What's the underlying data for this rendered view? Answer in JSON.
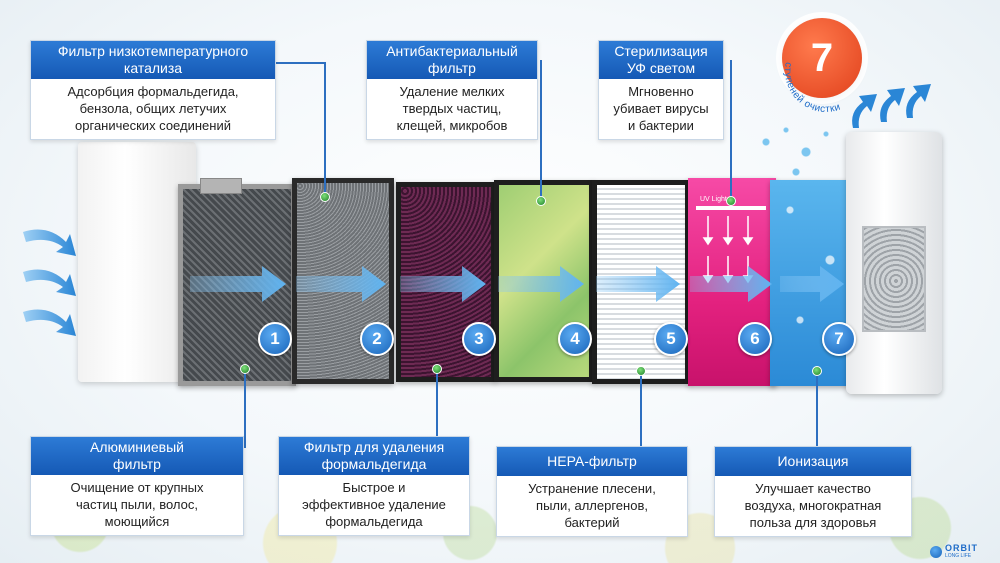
{
  "callouts": {
    "low_temp_catalysis": {
      "title": "Фильтр низкотемпературного катализа",
      "title_line1": "Фильтр низкотемпературного",
      "title_line2": "катализа",
      "desc_line1": "Адсорбция формальдегида,",
      "desc_line2": "бензола, общих летучих",
      "desc_line3": "органических соединений"
    },
    "antibacterial": {
      "title_line1": "Антибактериальный",
      "title_line2": "фильтр",
      "desc_line1": "Удаление мелких",
      "desc_line2": "твердых частиц,",
      "desc_line3": "клещей, микробов"
    },
    "uv": {
      "title_line1": "Стерилизация",
      "title_line2": "УФ светом",
      "desc_line1": "Мгновенно",
      "desc_line2": "убивает вирусы",
      "desc_line3": "и бактерии"
    },
    "aluminum": {
      "title_line1": "Алюминиевый",
      "title_line2": "фильтр",
      "desc_line1": "Очищение от крупных",
      "desc_line2": "частиц пыли, волос,",
      "desc_line3": "моющийся"
    },
    "formaldehyde": {
      "title_line1": "Фильтр для удаления",
      "title_line2": "формальдегида",
      "desc_line1": "Быстрое и",
      "desc_line2": "эффективное удаление",
      "desc_line3": "формальдегида"
    },
    "hepa": {
      "title_line1": "HEPA-фильтр",
      "desc_line1": "Устранение плесени,",
      "desc_line2": "пыли, аллергенов,",
      "desc_line3": "бактерий"
    },
    "ionization": {
      "title_line1": "Ионизация",
      "desc_line1": "Улучшает качество",
      "desc_line2": "воздуха, многократная",
      "desc_line3": "польза для здоровья"
    }
  },
  "filters": [
    {
      "number": "1"
    },
    {
      "number": "2"
    },
    {
      "number": "3"
    },
    {
      "number": "4"
    },
    {
      "number": "5"
    },
    {
      "number": "6"
    },
    {
      "number": "7"
    }
  ],
  "badge": {
    "number": "7",
    "arc_text": "ступеней очистки"
  },
  "uv_panel_label": "UV Light",
  "brand": {
    "name": "ORBIT",
    "tagline": "LONG LIFE"
  },
  "colors": {
    "accent_blue": "#1e6cc8",
    "badge_orange": "#e8461e",
    "uv_pink": "#e8278a",
    "hepa_green": "#8ec26a"
  }
}
